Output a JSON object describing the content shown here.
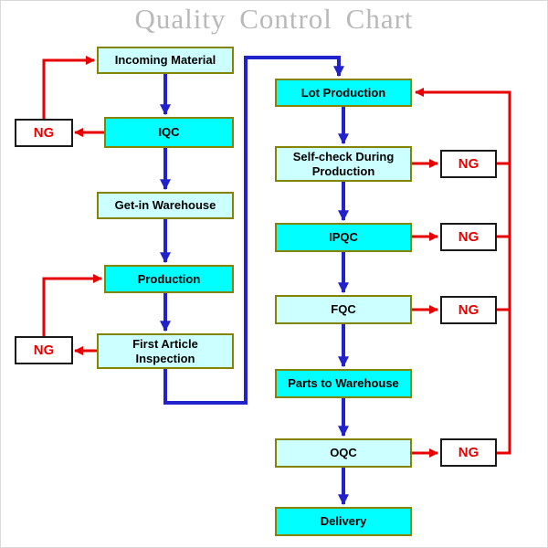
{
  "title": "Quality Control Chart",
  "nodes": {
    "incoming_material": "Incoming Material",
    "iqc": "IQC",
    "get_in_warehouse": "Get-in Warehouse",
    "production": "Production",
    "first_article_inspection": "First Article Inspection",
    "lot_production": "Lot Production",
    "self_check_during_production": "Self-check During Production",
    "ipqc": "IPQC",
    "fqc": "FQC",
    "parts_to_warehouse": "Parts to Warehouse",
    "oqc": "OQC",
    "delivery": "Delivery"
  },
  "ng_label": "NG",
  "colors": {
    "node_bright": "#00ffff",
    "node_light": "#ccffff",
    "node_border": "#848400",
    "flow_arrow": "#2222cc",
    "reject_arrow": "#e60000",
    "ng_text": "#e60000",
    "title_text": "#b9b9b9"
  }
}
